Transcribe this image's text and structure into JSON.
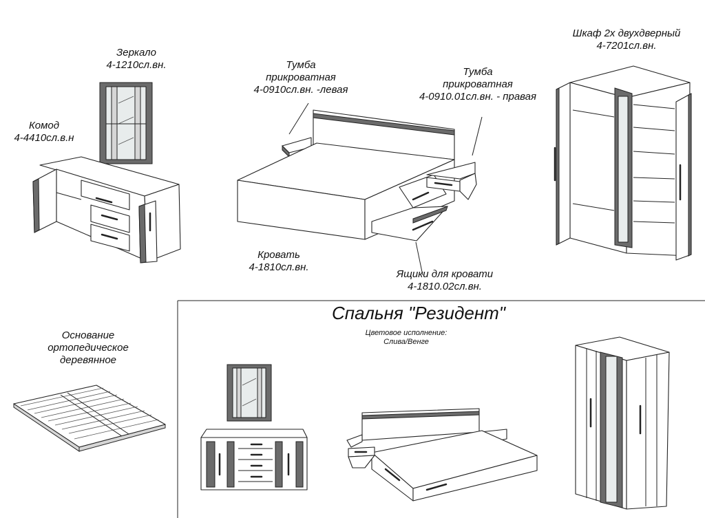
{
  "title": "Спальня \"Резидент\"",
  "color_scheme": {
    "line1": "Цветовое исполнение:",
    "line2": "Слива/Венге"
  },
  "labels": {
    "mirror": {
      "line1": "Зеркало",
      "line2": "4-1210сл.вн."
    },
    "dresser": {
      "line1": "Комод",
      "line2": "4-4410сл.в.н"
    },
    "nightstand_left": {
      "line1": "Тумба",
      "line2": "прикроватная",
      "line3": "4-0910сл.вн. -левая"
    },
    "nightstand_right": {
      "line1": "Тумба",
      "line2": "прикроватная",
      "line3": "4-0910.01сл.вн. - правая"
    },
    "wardrobe": {
      "line1": "Шкаф 2х двухдверный",
      "line2": "4-7201сл.вн."
    },
    "bed": {
      "line1": "Кровать",
      "line2": "4-1810сл.вн."
    },
    "bed_drawers": {
      "line1": "Ящики для кровати",
      "line2": "4-1810.02сл.вн."
    },
    "base": {
      "line1": "Основание",
      "line2": "ортопедическое",
      "line3": "деревянное"
    }
  },
  "colors": {
    "line": "#222222",
    "wood_dark": "#6b6b6b",
    "wood_light": "#d6d6d6",
    "mirror": "#e8ecec",
    "background": "#ffffff"
  }
}
